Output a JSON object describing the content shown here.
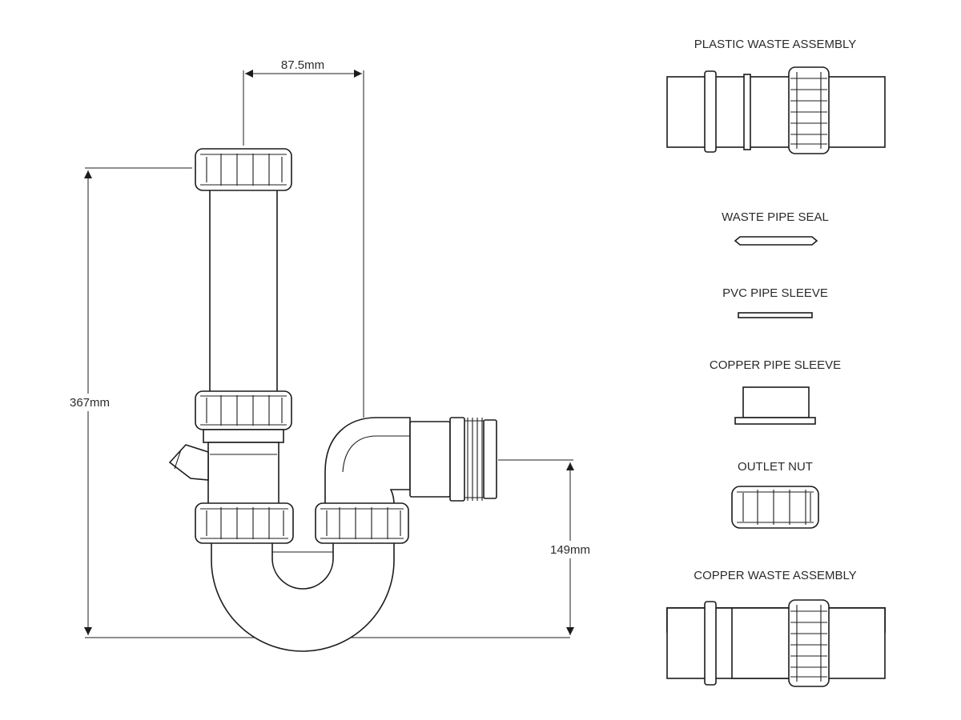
{
  "dimensions": {
    "width_label": "87.5mm",
    "height_label": "367mm",
    "outlet_label": "149mm"
  },
  "parts": [
    {
      "id": "plastic-waste-assembly",
      "label": "PLASTIC WASTE ASSEMBLY"
    },
    {
      "id": "waste-pipe-seal",
      "label": "WASTE PIPE SEAL"
    },
    {
      "id": "pvc-pipe-sleeve",
      "label": "PVC PIPE SLEEVE"
    },
    {
      "id": "copper-pipe-sleeve",
      "label": "COPPER PIPE SLEEVE"
    },
    {
      "id": "outlet-nut",
      "label": "OUTLET NUT"
    },
    {
      "id": "copper-waste-assembly",
      "label": "COPPER WASTE ASSEMBLY"
    }
  ]
}
